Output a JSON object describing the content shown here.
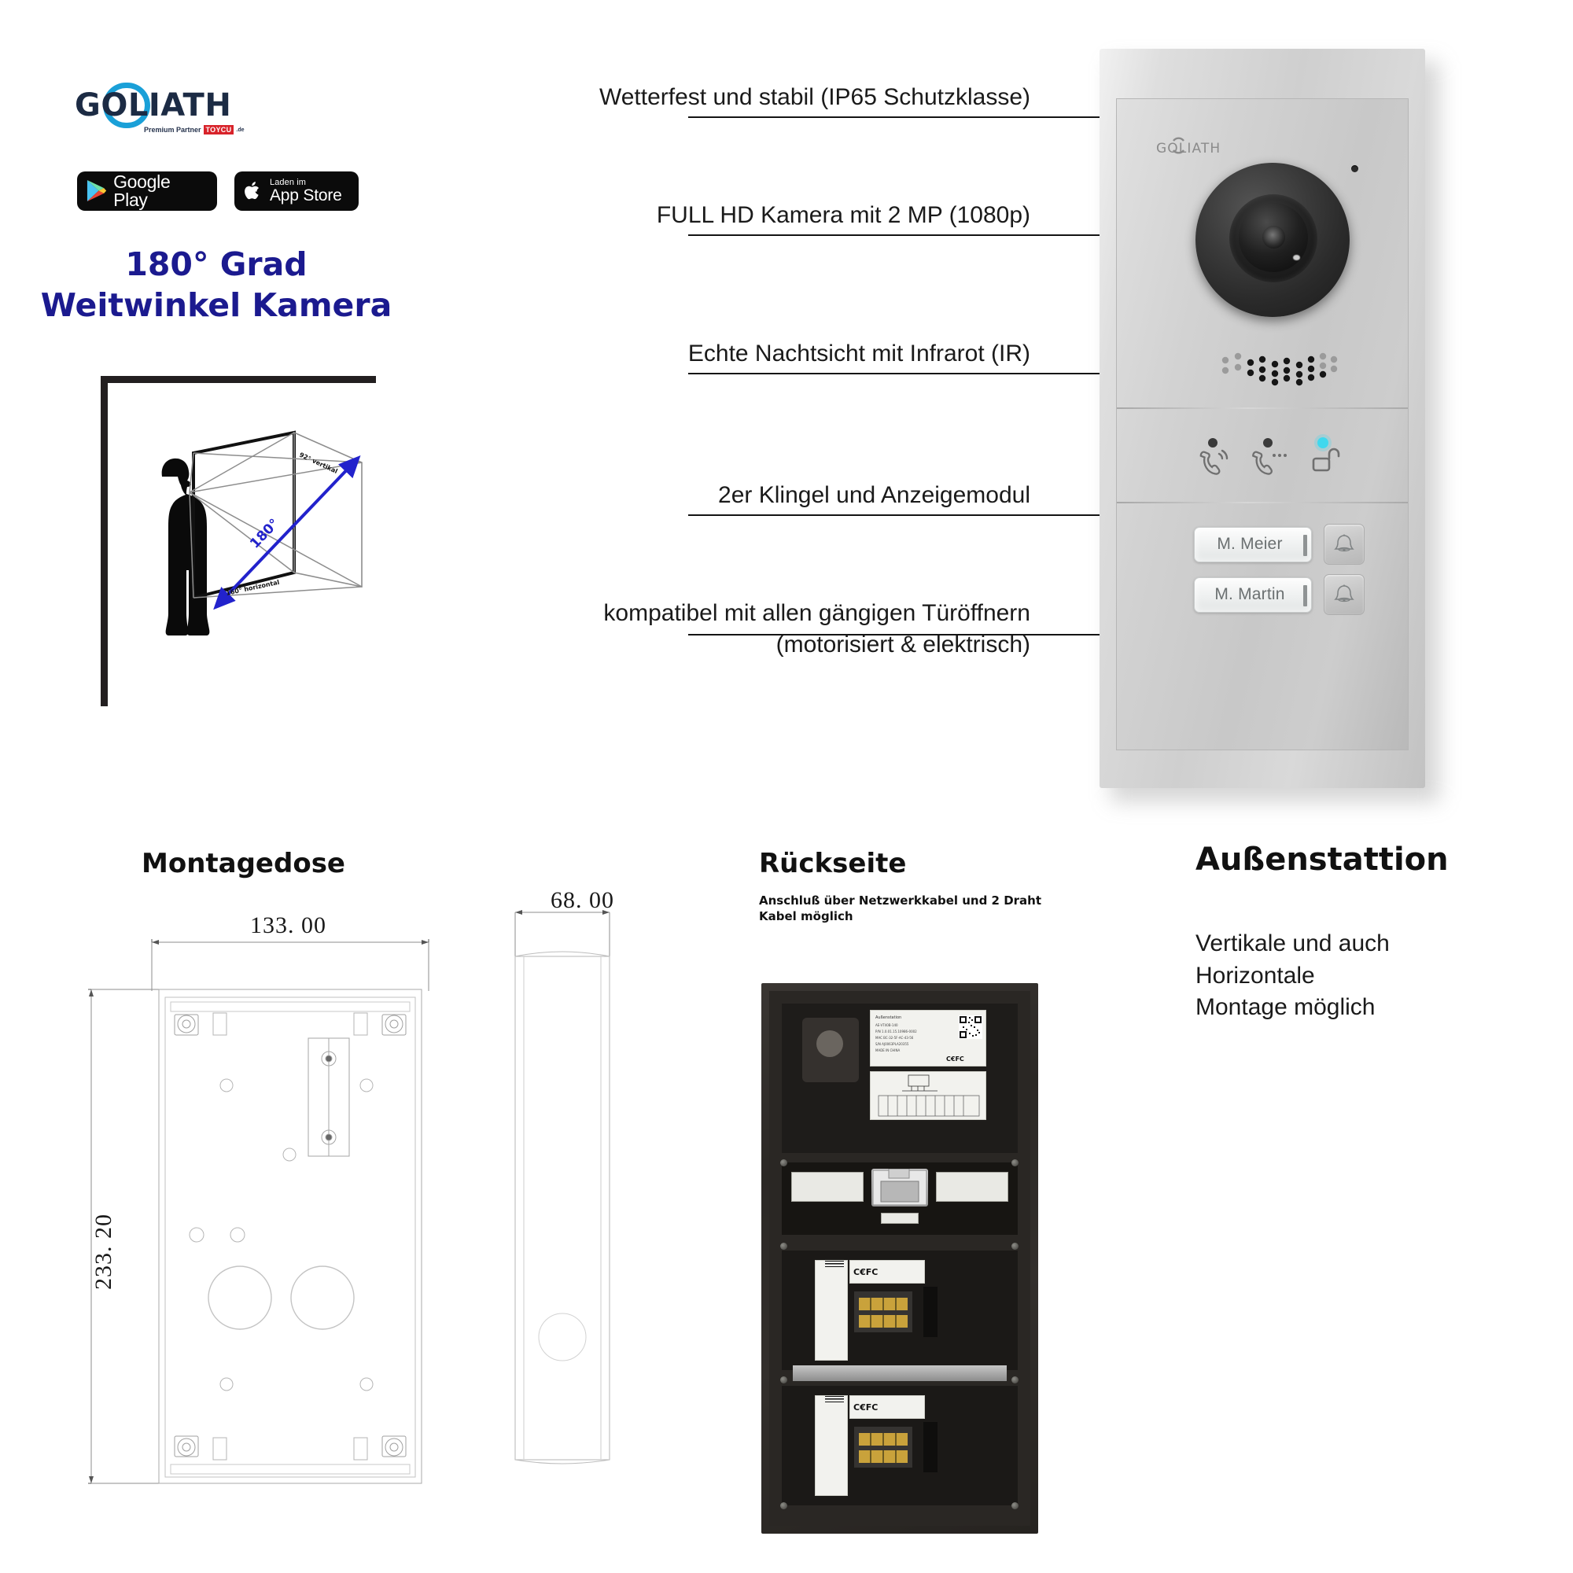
{
  "brand": {
    "name": "GOLIATH",
    "partner_prefix": "Premium Partner",
    "partner_badge": "TOYCU",
    "partner_suffix": ".de",
    "logo_arc_color": "#1aa0d8",
    "logo_text_color": "#1c2b44"
  },
  "store_badges": [
    {
      "name": "google-play",
      "small": "",
      "big": "Google Play",
      "single_line": true
    },
    {
      "name": "app-store",
      "small": "Laden im",
      "big": "App Store",
      "single_line": false
    }
  ],
  "headline": {
    "line1": "180° Grad",
    "line2": "Weitwinkel Kamera",
    "color": "#1b1a8f"
  },
  "angle_diagram": {
    "angle_label": "180°",
    "vertical_label": "92° vertikal",
    "horizontal_label": "160° horizontal",
    "arrow_color": "#2222cc"
  },
  "features": [
    {
      "id": "weatherproof",
      "text": "Wetterfest und stabil (IP65 Schutzklasse)"
    },
    {
      "id": "fullhd-camera",
      "text": "FULL HD Kamera mit 2 MP (1080p)"
    },
    {
      "id": "night-vision",
      "text": "Echte Nachtsicht mit Infrarot (IR)"
    },
    {
      "id": "bell-module",
      "text": "2er Klingel und Anzeigemodul"
    },
    {
      "id": "door-opener",
      "text": "kompatibel mit allen gängigen Türöffnern\n(motorisiert & elektrisch)"
    }
  ],
  "device": {
    "brand_label": "GOLIATH",
    "indicators": [
      {
        "name": "call-icon",
        "led": "off"
      },
      {
        "name": "talking-icon",
        "led": "off"
      },
      {
        "name": "unlock-icon",
        "led": "on",
        "led_color": "#3fd8ee"
      }
    ],
    "nameplates": [
      {
        "name": "M. Meier",
        "bell": "bell-icon"
      },
      {
        "name": "M. Martin",
        "bell": "bell-icon"
      }
    ]
  },
  "sections": {
    "montagedose": {
      "title": "Montagedose",
      "width_mm": "133. 00",
      "height_mm": "233. 20",
      "depth_mm": "68. 00"
    },
    "rueckseite": {
      "title": "Rückseite",
      "subtitle": "Anschluß über Netzwerkkabel und 2 Draht\nKabel möglich"
    },
    "aussenstation": {
      "title": "Außenstattion",
      "body": "Vertikale und auch\nHorizontale\nMontage möglich"
    }
  }
}
